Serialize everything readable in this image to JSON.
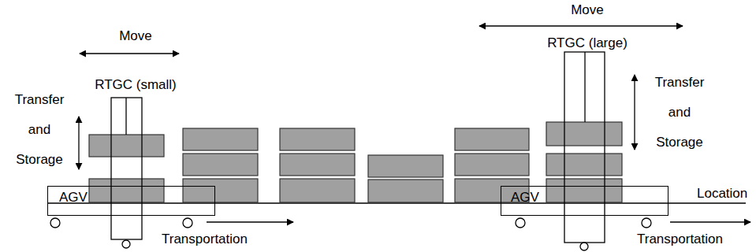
{
  "diagram": {
    "nodes": [
      {
        "text": [
          "AGV"
        ]
      },
      {
        "text": [
          "AGV"
        ]
      }
    ],
    "labels": [
      "Move",
      "RTGC (small)",
      "Transfer and Storage",
      "Transportation",
      "Move",
      "RTGC (large)",
      "Transfer and Storage",
      "Location",
      "Transportation"
    ]
  }
}
